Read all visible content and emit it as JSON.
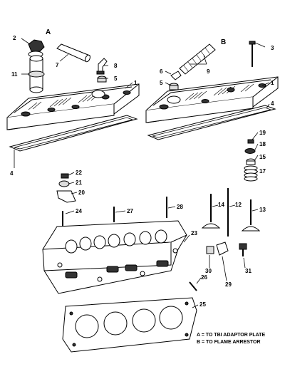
{
  "callouts": {
    "A": "A",
    "B": "B",
    "n1a": "1",
    "n1b": "1",
    "n2": "2",
    "n3": "3",
    "n4a": "4",
    "n4b": "4",
    "n5a": "5",
    "n5b": "5",
    "n6": "6",
    "n7": "7",
    "n8": "8",
    "n9": "9",
    "n11": "11",
    "n12": "12",
    "n13": "13",
    "n14": "14",
    "n15": "15",
    "n17": "17",
    "n18": "18",
    "n19": "19",
    "n20": "20",
    "n21": "21",
    "n22": "22",
    "n23": "23",
    "n24": "24",
    "n25": "25",
    "n26": "26",
    "n27": "27",
    "n28": "28",
    "n29": "29",
    "n30": "30",
    "n31": "31"
  },
  "legend": {
    "line_a": "A = TO TBI ADAPTOR PLATE",
    "line_b": "B = TO FLAME ARRESTOR"
  }
}
